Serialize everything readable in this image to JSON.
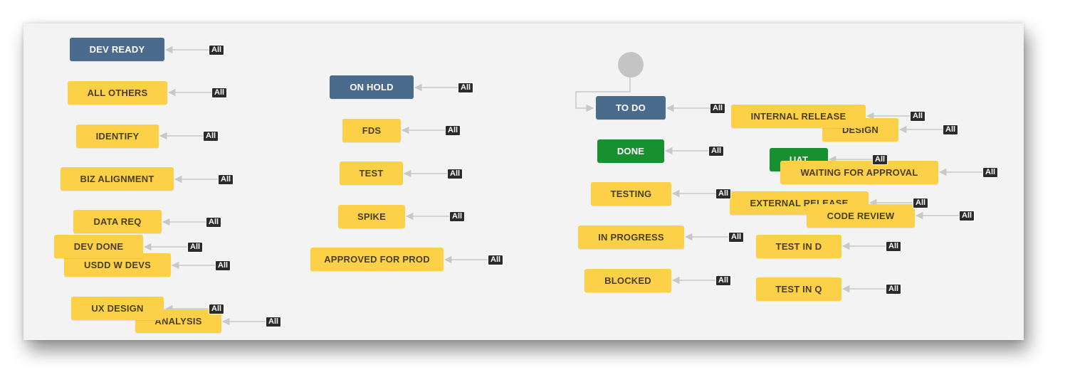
{
  "diagram": {
    "tag_label": "All",
    "colors": {
      "status_yellow": "#fcd147",
      "status_blue": "#4b6b8d",
      "status_green": "#17912f",
      "tag_dark": "#2b2b2b",
      "connector": "#c8c8c8",
      "start_circle": "#c4c4c4"
    },
    "statuses": [
      {
        "id": "dev-ready",
        "label": "DEV READY",
        "color": "blue"
      },
      {
        "id": "all-others",
        "label": "ALL OTHERS",
        "color": "yellow"
      },
      {
        "id": "identify",
        "label": "IDENTIFY",
        "color": "yellow"
      },
      {
        "id": "biz-alignment",
        "label": "BIZ ALIGNMENT",
        "color": "yellow"
      },
      {
        "id": "data-req",
        "label": "DATA REQ",
        "color": "yellow"
      },
      {
        "id": "usdd-w-devs",
        "label": "USDD W DEVS",
        "color": "yellow"
      },
      {
        "id": "dev-done",
        "label": "DEV DONE",
        "color": "yellow"
      },
      {
        "id": "analysis",
        "label": "ANALYSIS",
        "color": "yellow"
      },
      {
        "id": "ux-design",
        "label": "UX DESIGN",
        "color": "yellow"
      },
      {
        "id": "on-hold",
        "label": "ON HOLD",
        "color": "blue"
      },
      {
        "id": "fds",
        "label": "FDS",
        "color": "yellow"
      },
      {
        "id": "test",
        "label": "TEST",
        "color": "yellow"
      },
      {
        "id": "spike",
        "label": "SPIKE",
        "color": "yellow"
      },
      {
        "id": "approved-for-prod",
        "label": "APPROVED FOR PROD",
        "color": "yellow"
      },
      {
        "id": "to-do",
        "label": "TO DO",
        "color": "blue"
      },
      {
        "id": "done",
        "label": "DONE",
        "color": "green"
      },
      {
        "id": "testing",
        "label": "TESTING",
        "color": "yellow"
      },
      {
        "id": "in-progress",
        "label": "IN PROGRESS",
        "color": "yellow"
      },
      {
        "id": "blocked",
        "label": "BLOCKED",
        "color": "yellow"
      },
      {
        "id": "design",
        "label": "DESIGN",
        "color": "yellow"
      },
      {
        "id": "internal-release",
        "label": "INTERNAL RELEASE",
        "color": "yellow"
      },
      {
        "id": "uat",
        "label": "UAT",
        "color": "green"
      },
      {
        "id": "waiting-for-approval",
        "label": "WAITING FOR APPROVAL",
        "color": "yellow"
      },
      {
        "id": "external-release",
        "label": "EXTERNAL RELEASE",
        "color": "yellow"
      },
      {
        "id": "code-review",
        "label": "CODE REVIEW",
        "color": "yellow"
      },
      {
        "id": "test-in-d",
        "label": "TEST IN D",
        "color": "yellow"
      },
      {
        "id": "test-in-q",
        "label": "TEST IN Q",
        "color": "yellow"
      }
    ]
  }
}
